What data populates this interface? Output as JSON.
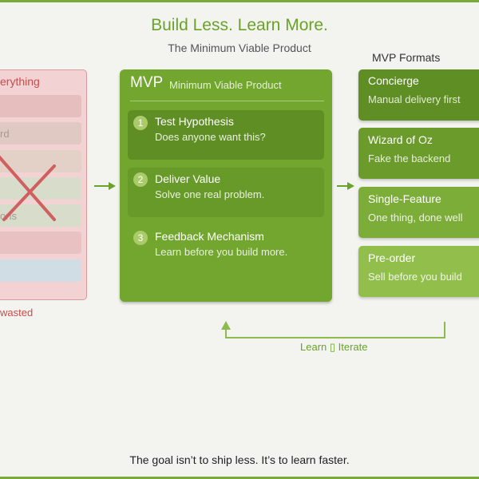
{
  "header": {
    "title": "Build Less. Learn More.",
    "subtitle": "The Minimum Viable Product"
  },
  "everything_panel": {
    "title": "erything",
    "labels": [
      "rd",
      "ons"
    ],
    "caption": "wasted",
    "colors": {
      "border": "#d79b9b",
      "fill": "#f2d2d2",
      "cross": "#d06060"
    }
  },
  "mvp": {
    "title": "MVP",
    "subtitle": "Minimum Viable Product",
    "steps": [
      {
        "num": "1",
        "title": "Test Hypothesis",
        "text": "Does anyone want this?"
      },
      {
        "num": "2",
        "title": "Deliver Value",
        "text": "Solve one real problem."
      },
      {
        "num": "3",
        "title": "Feedback Mechanism",
        "text": "Learn before you build more."
      }
    ],
    "color": "#72a62e"
  },
  "formats": {
    "header": "MVP Formats",
    "items": [
      {
        "title": "Concierge",
        "text": "Manual delivery first"
      },
      {
        "title": "Wizard of Oz",
        "text": "Fake the backend"
      },
      {
        "title": "Single-Feature",
        "text": "One thing, done well"
      },
      {
        "title": "Pre-order",
        "text": "Sell before you build"
      }
    ]
  },
  "loop": {
    "label": "Learn ▯ Iterate"
  },
  "footer": {
    "text": "The goal isn’t to ship less. It’s to learn faster."
  },
  "colors": {
    "accent": "#6aa22a",
    "background": "#f3f4ef"
  }
}
